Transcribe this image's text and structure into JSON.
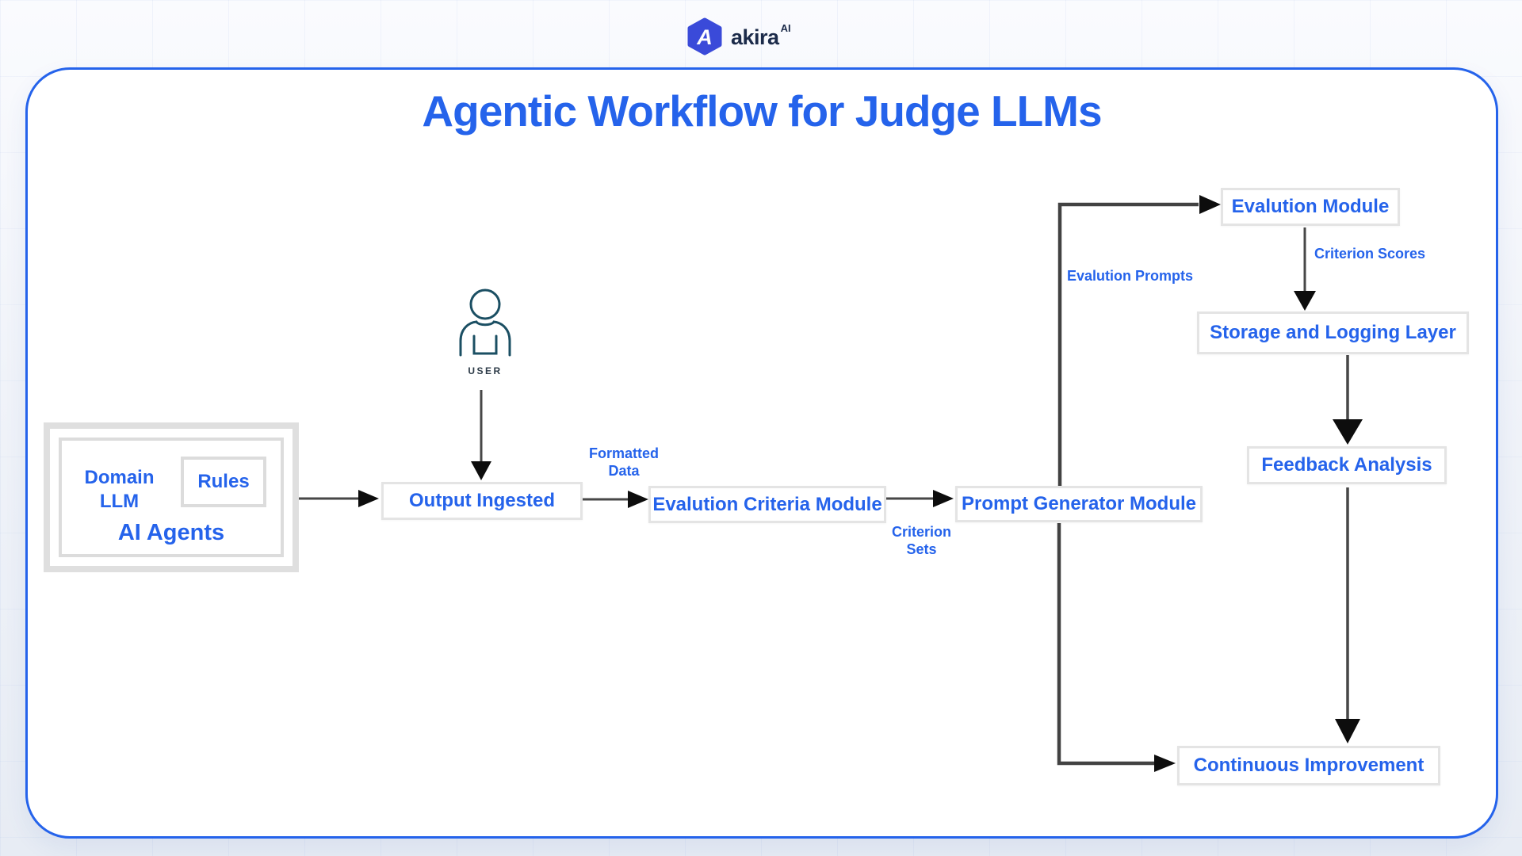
{
  "brand": {
    "name": "akira",
    "superscript": "AI",
    "icon": "hexagon-a-logo"
  },
  "title": "Agentic Workflow for Judge LLMs",
  "agents_group": {
    "domain_llm": "Domain LLM",
    "rules": "Rules",
    "caption": "AI Agents"
  },
  "user": {
    "label": "USER"
  },
  "nodes": {
    "output_ingested": "Output Ingested",
    "evalution_criteria_module": "Evalution Criteria Module",
    "prompt_generator_module": "Prompt Generator Module",
    "evalution_module": "Evalution Module",
    "storage_and_logging_layer": "Storage and Logging Layer",
    "feedback_analysis": "Feedback Analysis",
    "continuous_improvement": "Continuous Improvement"
  },
  "edges": [
    {
      "from": "AI Agents",
      "to": "Output Ingested",
      "label": ""
    },
    {
      "from": "USER",
      "to": "Output Ingested",
      "label": ""
    },
    {
      "from": "Output Ingested",
      "to": "Evalution Criteria Module",
      "label": "Formatted Data"
    },
    {
      "from": "Evalution Criteria Module",
      "to": "Prompt Generator Module",
      "label": "Criterion Sets"
    },
    {
      "from": "Prompt Generator Module",
      "to": "Evalution Module",
      "label": "Evalution Prompts"
    },
    {
      "from": "Evalution Module",
      "to": "Storage and Logging Layer",
      "label": "Criterion Scores"
    },
    {
      "from": "Storage and Logging Layer",
      "to": "Feedback Analysis",
      "label": ""
    },
    {
      "from": "Feedback Analysis",
      "to": "Continuous Improvement",
      "label": ""
    },
    {
      "from": "Prompt Generator Module",
      "to": "Continuous Improvement",
      "label": ""
    }
  ],
  "colors": {
    "accent": "#2563eb",
    "panel_border": "#2563eb",
    "box_border": "#e4e4e4",
    "group_border": "#dfdfdf",
    "line": "#474747",
    "arrowhead": "#0d0d0d",
    "logo_fill": "#3a4ad9",
    "logo_text": "#1c2b4a",
    "user_icon": "#1b4f63"
  }
}
